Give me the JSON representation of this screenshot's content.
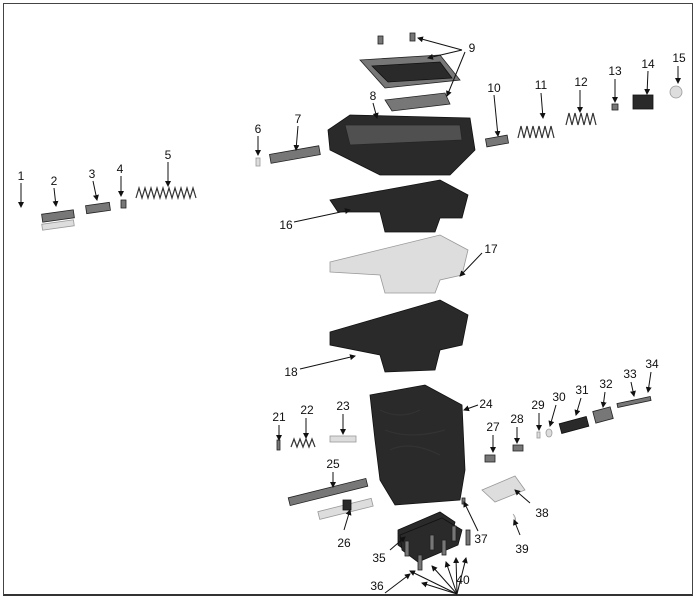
{
  "title": "Valve body exploded view",
  "labels": {
    "1": "1",
    "2": "2",
    "3": "3",
    "4": "4",
    "5": "5",
    "6": "6",
    "7": "7",
    "8": "8",
    "9": "9",
    "10": "10",
    "11": "11",
    "12": "12",
    "13": "13",
    "14": "14",
    "15": "15",
    "16": "16",
    "17": "17",
    "18": "18",
    "21": "21",
    "22": "22",
    "23": "23",
    "24": "24",
    "25": "25",
    "26": "26",
    "27": "27",
    "28": "28",
    "29": "29",
    "30": "30",
    "31": "31",
    "32": "32",
    "33": "33",
    "34": "34",
    "35": "35",
    "36": "36",
    "37": "37",
    "38": "38",
    "39": "39",
    "40": "40"
  }
}
